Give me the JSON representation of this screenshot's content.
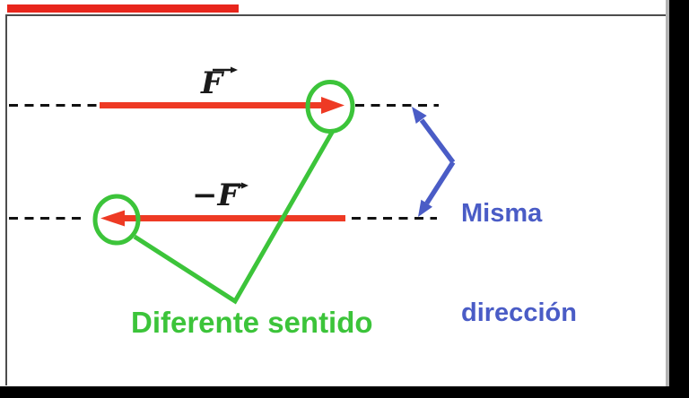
{
  "player": {
    "progress_bar": {
      "color": "#e8261c"
    }
  },
  "colors": {
    "force_red": "#ee3a24",
    "annotation_green": "#3cc43a",
    "annotation_blue": "#4a5cc6",
    "line_black": "#111111",
    "letterbox_black": "#000000",
    "background": "#ffffff"
  },
  "diagram": {
    "top_force_label": "F",
    "bottom_force_label": "−F",
    "same_direction": {
      "line1": "Misma",
      "line2": "dirección"
    },
    "different_sense": "Diferente sentido"
  }
}
